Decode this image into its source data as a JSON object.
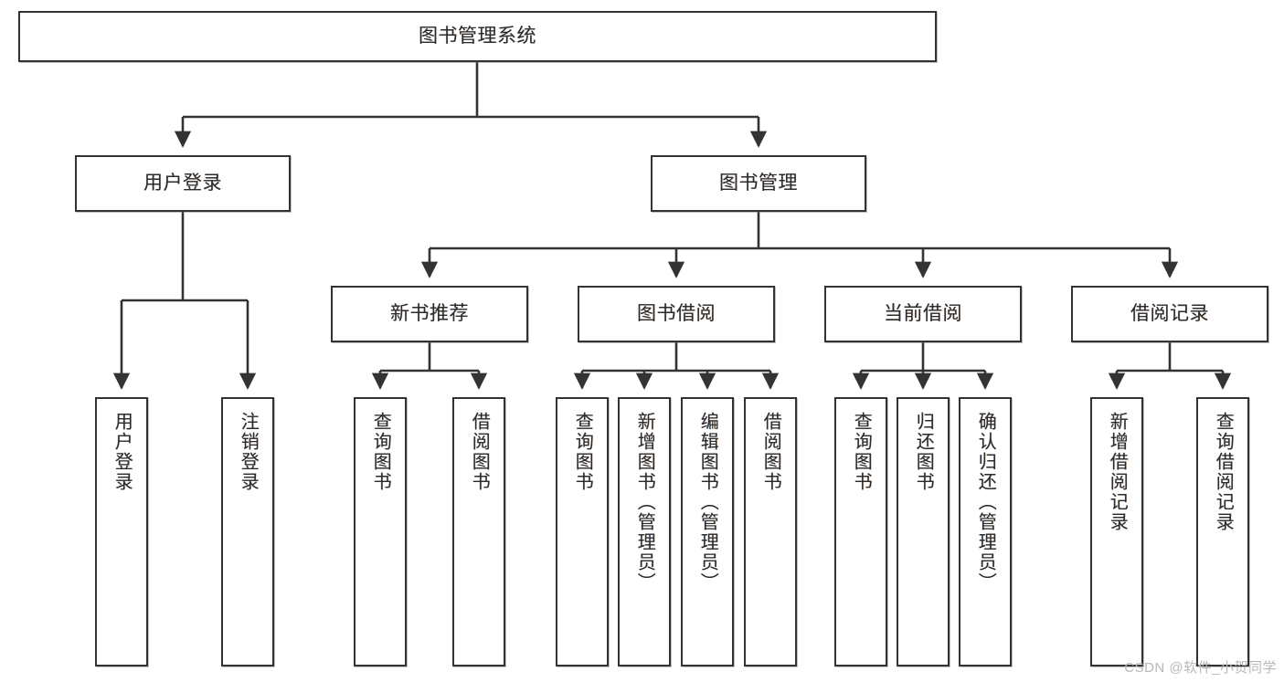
{
  "diagram": {
    "type": "tree",
    "title": "图书管理系统",
    "theme": {
      "box_border": "#333333",
      "box_fill": "#ffffff",
      "line": "#333333",
      "text": "#2b2b2b",
      "background": "#ffffff"
    },
    "root": {
      "label": "图书管理系统"
    },
    "level2": [
      {
        "label": "用户登录"
      },
      {
        "label": "图书管理"
      }
    ],
    "level3": [
      {
        "label": "新书推荐"
      },
      {
        "label": "图书借阅"
      },
      {
        "label": "当前借阅"
      },
      {
        "label": "借阅记录"
      }
    ],
    "leaves": {
      "user_login": [
        {
          "label": "用户登录"
        },
        {
          "label": "注销登录"
        }
      ],
      "new_books": [
        {
          "label": "查询图书"
        },
        {
          "label": "借阅图书"
        }
      ],
      "borrow_books": [
        {
          "label": "查询图书"
        },
        {
          "label": "新增图书（管理员）"
        },
        {
          "label": "编辑图书（管理员）"
        },
        {
          "label": "借阅图书"
        }
      ],
      "current_borrow": [
        {
          "label": "查询图书"
        },
        {
          "label": "归还图书"
        },
        {
          "label": "确认归还（管理员）"
        }
      ],
      "borrow_records": [
        {
          "label": "新增借阅记录"
        },
        {
          "label": "查询借阅记录"
        }
      ]
    }
  },
  "watermark": {
    "text": "CSDN @软件_小贺同学"
  }
}
